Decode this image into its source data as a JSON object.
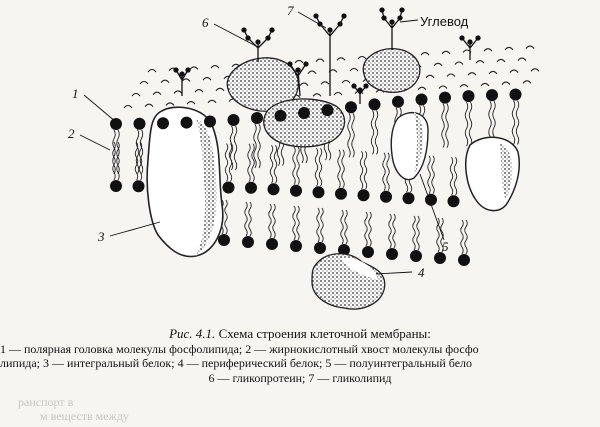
{
  "labels": {
    "n1": "1",
    "n2": "2",
    "n3": "3",
    "n4": "4",
    "n5": "5",
    "n6": "6",
    "n7": "7",
    "carb": "Углевод"
  },
  "caption": {
    "fig_no": "Рис. 4.1.",
    "title": "Схема строения клеточной мембраны:",
    "lines": [
      "1 — полярная головка молекулы фосфолипида; 2 — жирнокислотный хвост молекулы фосфо",
      "липида; 3 — интегральный белок; 4 — периферический белок; 5 — полуинтегральный бело",
      "6 — гликопротеин; 7 — гликолипид"
    ]
  },
  "bleed": {
    "line1": "ранспорт в",
    "line2": "м веществ между"
  }
}
